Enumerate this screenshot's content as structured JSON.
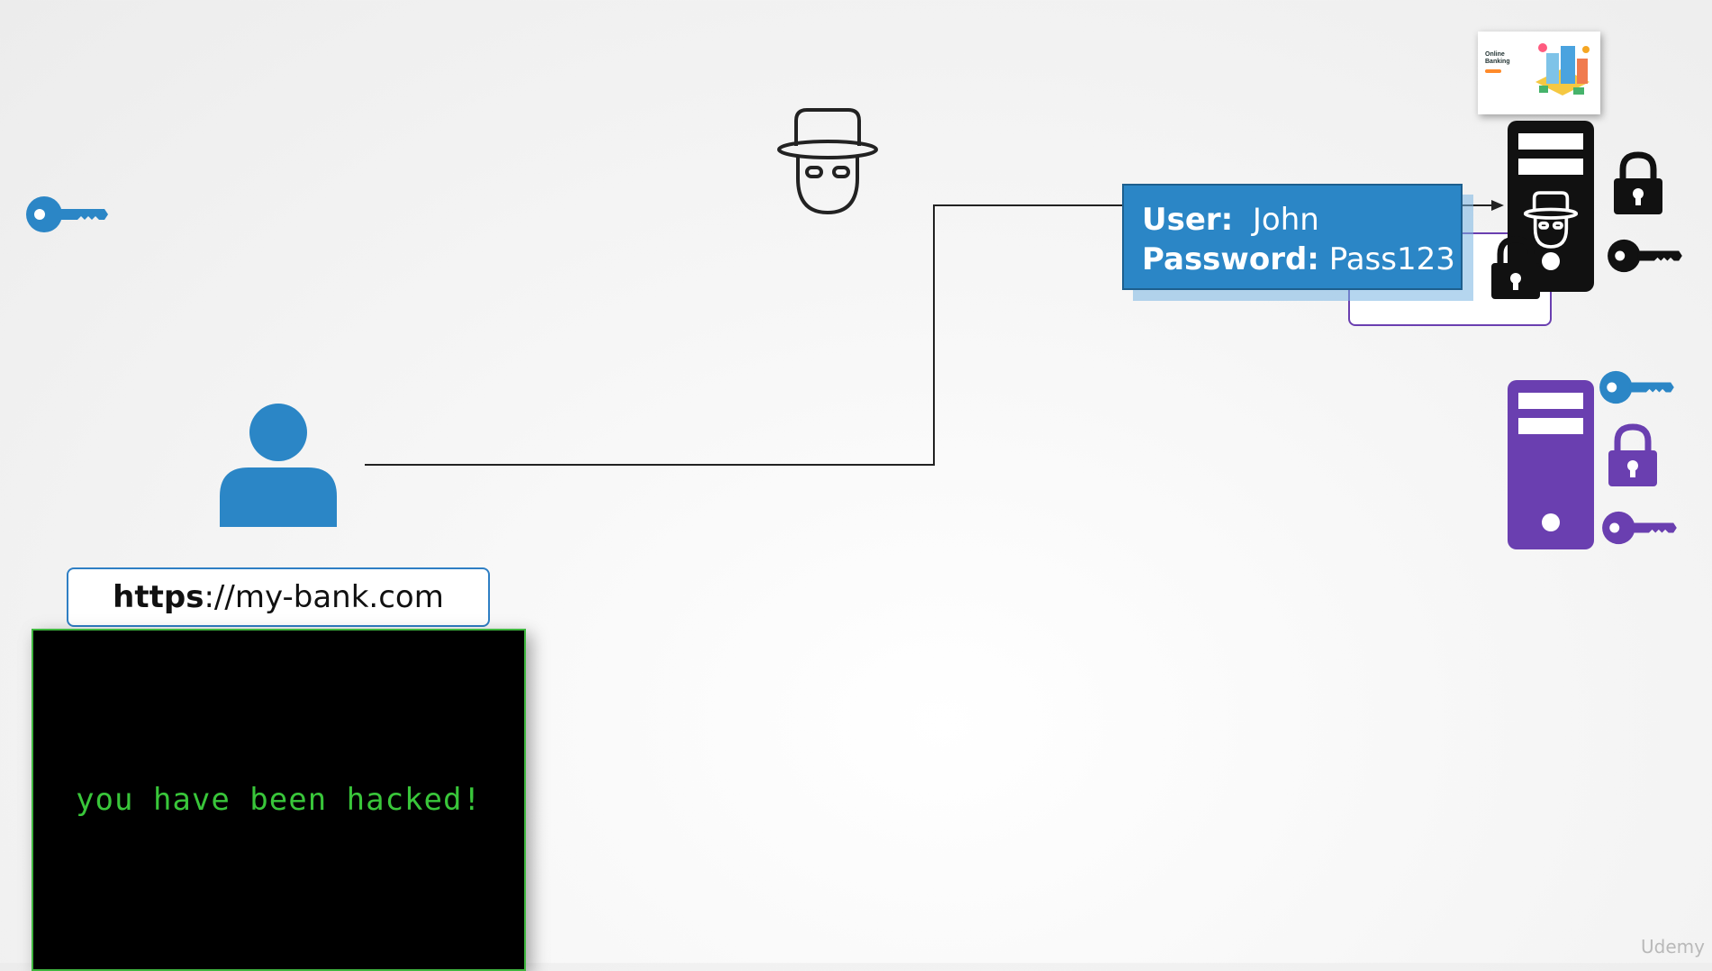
{
  "url": {
    "protocol": "https",
    "rest": "://my-bank.com"
  },
  "terminal": {
    "message": "you have been hacked!"
  },
  "credentials": {
    "user_label": "User:",
    "user_value": "John",
    "password_label": "Password:",
    "password_value": "Pass123"
  },
  "thumbnail": {
    "title": "Online Banking"
  },
  "watermark": "Udemy",
  "icons": {
    "left_key": "key-icon",
    "user": "user-icon",
    "attacker": "hacker-icon",
    "black_server": "server-icon",
    "purple_server": "server-icon",
    "locks": "lock-icon",
    "keys": "key-icon"
  },
  "colors": {
    "blue": "#2b86c6",
    "purple": "#6a3fb0",
    "black": "#111111",
    "terminal_text": "#39c63a"
  }
}
